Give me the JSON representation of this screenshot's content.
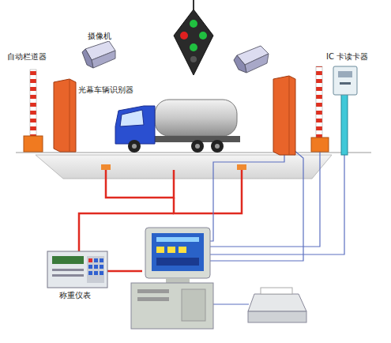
{
  "diagram": {
    "labels": [
      "自动栏道器",
      "摄像机",
      "光幕车辆识别器",
      "IC 卡读卡器",
      "称重仪表"
    ]
  }
}
